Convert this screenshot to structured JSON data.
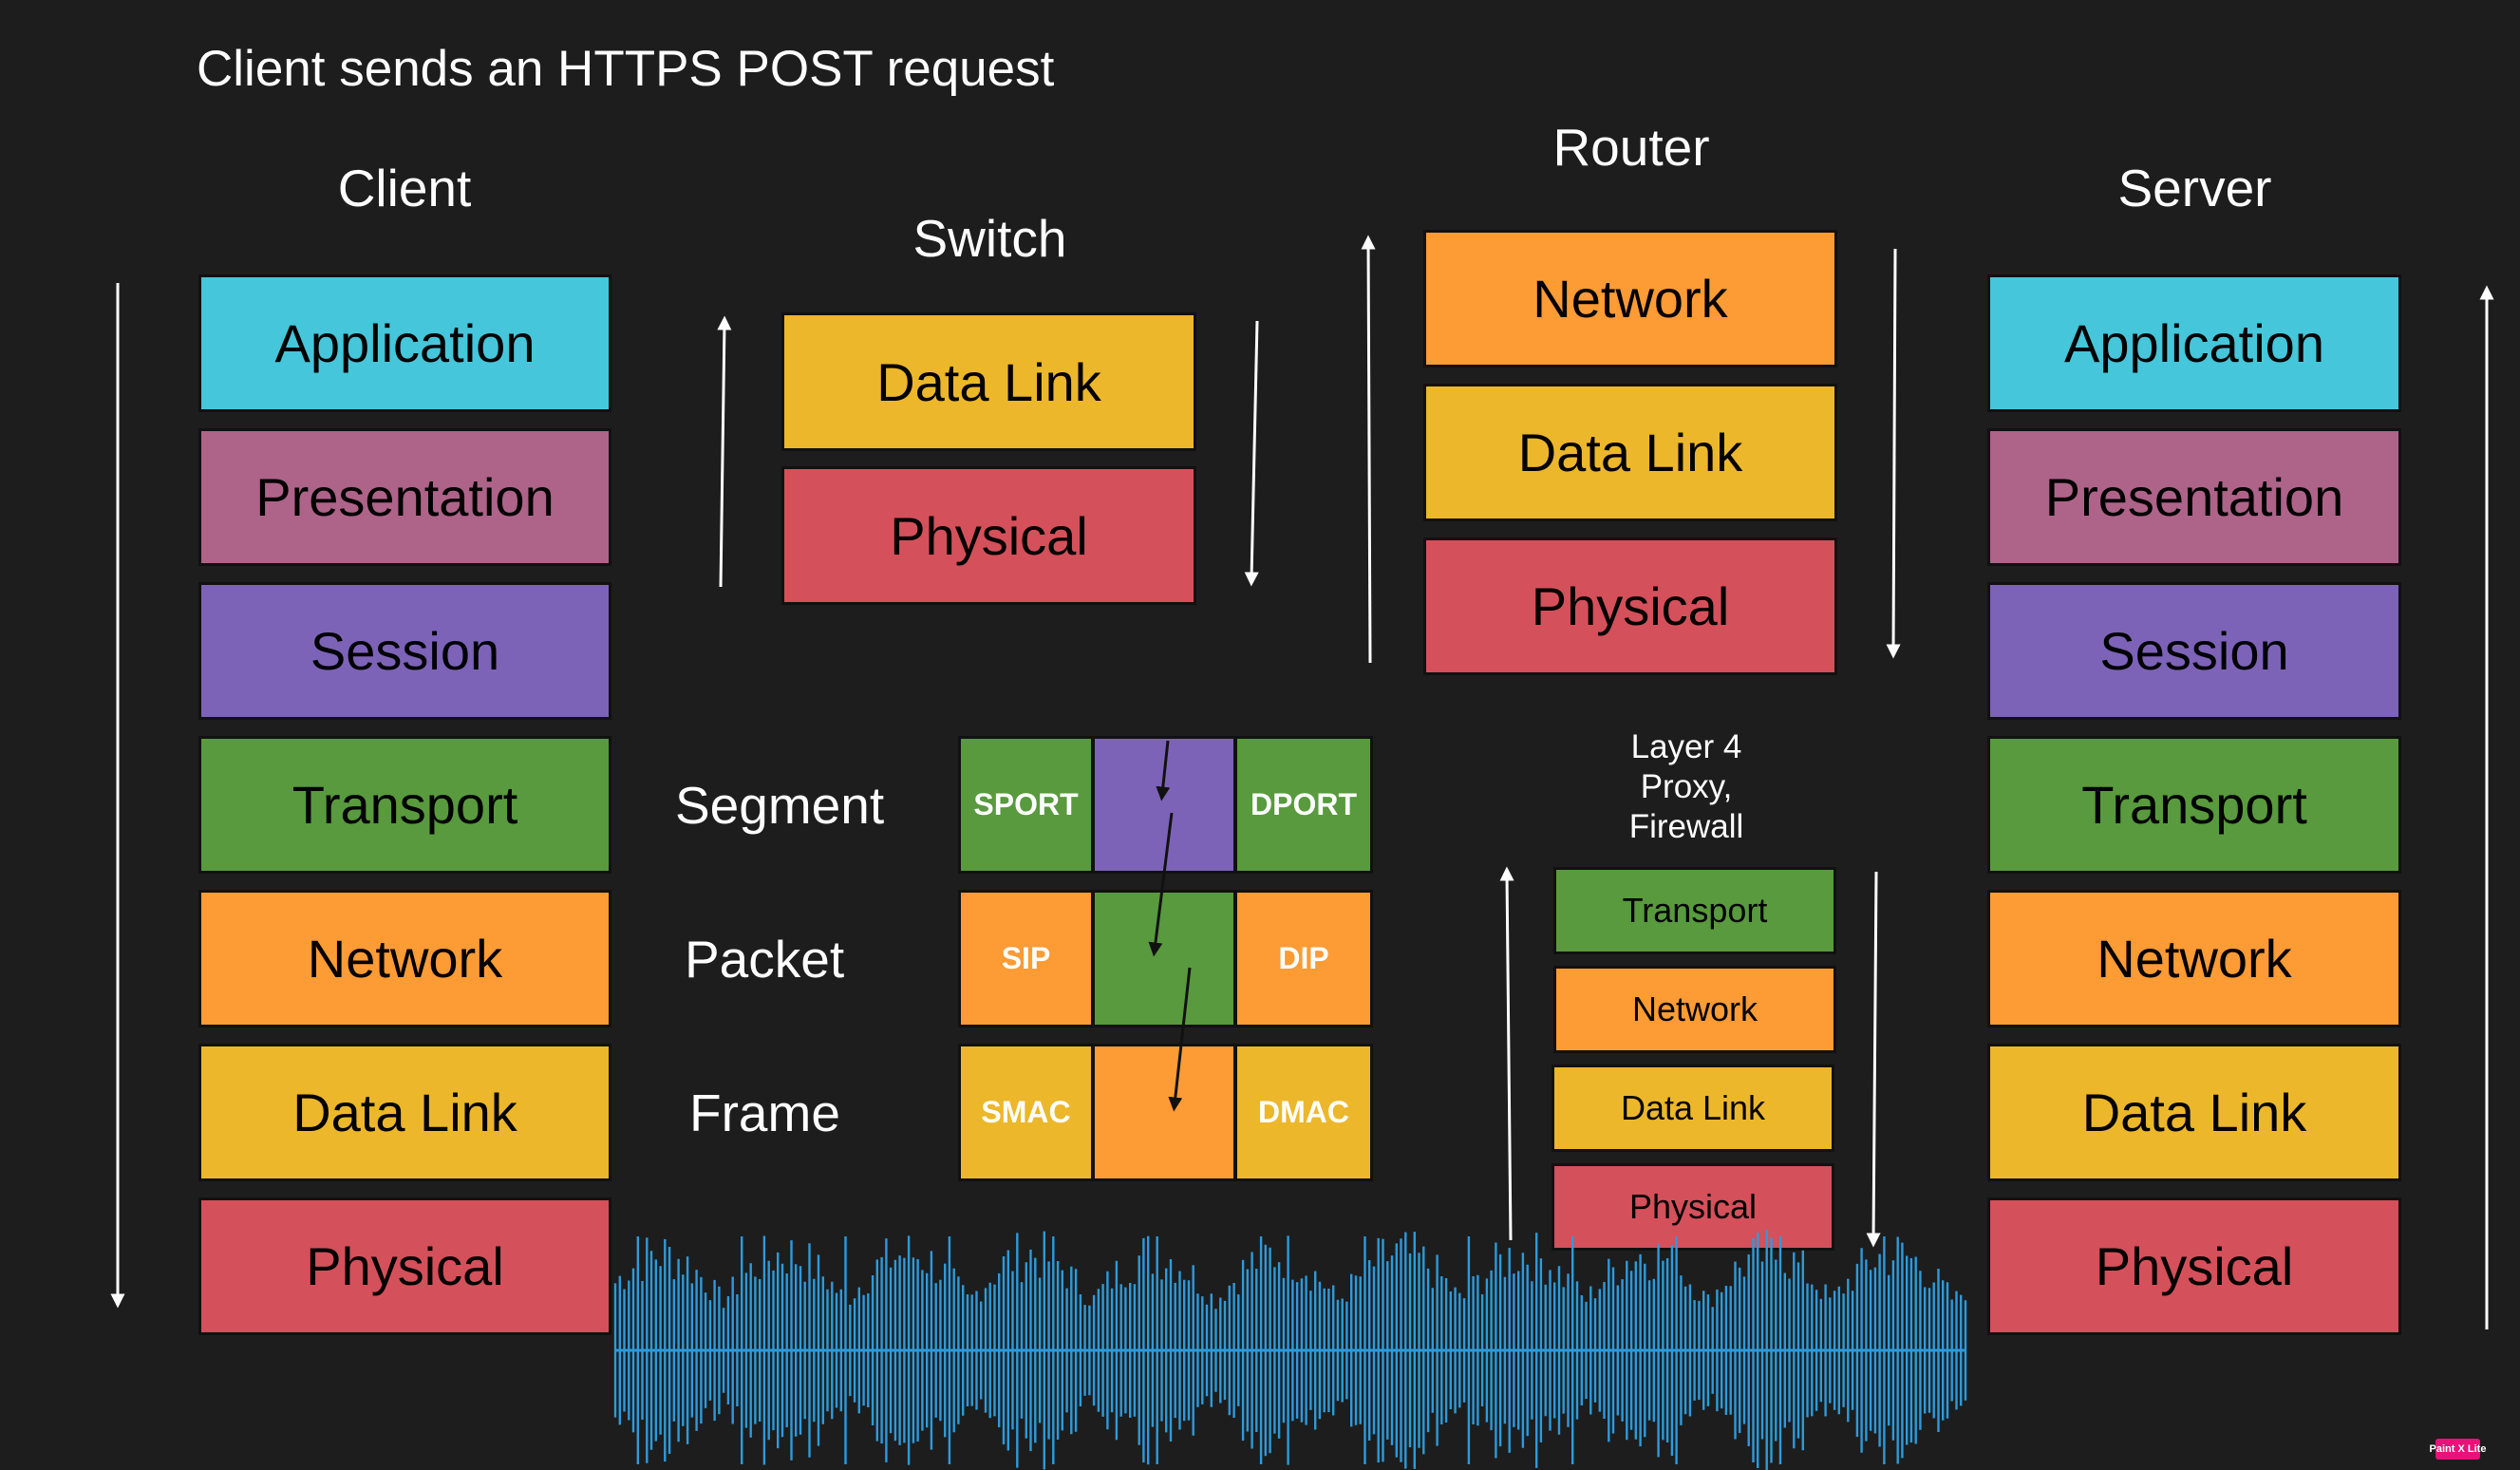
{
  "title": "Client sends an HTTPS POST request",
  "colors": {
    "application": "#45c6da",
    "presentation": "#ae6389",
    "session": "#7c63b7",
    "transport": "#589a3d",
    "network": "#fd9b35",
    "data_link": "#ecb72b",
    "physical": "#d4505a",
    "waveform": "#2c9bdc",
    "background": "#1d1d1d"
  },
  "client": {
    "heading": "Client",
    "layers": [
      "Application",
      "Presentation",
      "Session",
      "Transport",
      "Network",
      "Data Link",
      "Physical"
    ]
  },
  "switch": {
    "heading": "Switch",
    "layers": [
      "Data Link",
      "Physical"
    ]
  },
  "router": {
    "heading": "Router",
    "layers": [
      "Network",
      "Data Link",
      "Physical"
    ]
  },
  "server": {
    "heading": "Server",
    "layers": [
      "Application",
      "Presentation",
      "Session",
      "Transport",
      "Network",
      "Data Link",
      "Physical"
    ]
  },
  "pdu": {
    "segment": {
      "label": "Segment",
      "left": "SPORT",
      "right": "DPORT"
    },
    "packet": {
      "label": "Packet",
      "left": "SIP",
      "right": "DIP"
    },
    "frame": {
      "label": "Frame",
      "left": "SMAC",
      "right": "DMAC"
    }
  },
  "proxy": {
    "heading_lines": [
      "Layer 4",
      "Proxy,",
      "Firewall"
    ],
    "layers": [
      "Transport",
      "Network",
      "Data Link",
      "Physical"
    ]
  },
  "watermark": "Paint X Lite"
}
